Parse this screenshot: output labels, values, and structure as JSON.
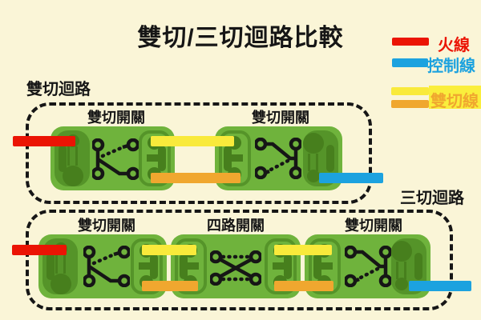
{
  "title": "雙切/三切迴路比較",
  "legend": {
    "items": [
      {
        "name": "live-wire",
        "label": "火線",
        "color": "#EB1404"
      },
      {
        "name": "control-wire",
        "label": "控制線",
        "color": "#1CA2DF"
      },
      {
        "name": "traveler-wire",
        "label": "雙切線",
        "color": "#F0A72F"
      }
    ]
  },
  "sections": [
    {
      "name": "two-way-circuit",
      "label": "雙切迴路",
      "switches": [
        {
          "type": "two-way",
          "label": "雙切開關"
        },
        {
          "type": "two-way",
          "label": "雙切開關"
        }
      ]
    },
    {
      "name": "three-way-circuit",
      "label": "三切迴路",
      "switches": [
        {
          "type": "two-way",
          "label": "雙切開關"
        },
        {
          "type": "four-way",
          "label": "四路開關"
        },
        {
          "type": "two-way",
          "label": "雙切開關"
        }
      ]
    }
  ],
  "colors": {
    "bg": "#FAF5D7",
    "ink": "#161616",
    "live": "#EB1404",
    "control": "#1CA2DF",
    "travY": "#F9EA3B",
    "travO": "#F0A72F",
    "hi": "#FAEE3C",
    "body": "#6FB33C",
    "cap": "#559429",
    "deep": "#477F1D"
  }
}
